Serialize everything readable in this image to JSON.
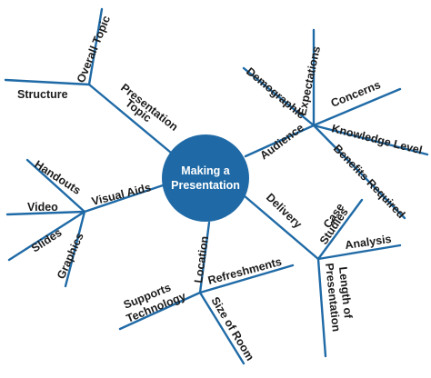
{
  "center": {
    "line1": "Making a",
    "line2": "Presentation",
    "color": "#1f6aa6"
  },
  "branch_color": "#1f6aa6",
  "labels": {
    "overall_topic": "Overall Topic",
    "structure": "Structure",
    "presentation_topic_1": "Presentation",
    "presentation_topic_2": "Topic",
    "demographic": "Demographic",
    "expectations": "Expectations",
    "concerns": "Concerns",
    "audience": "Audience",
    "knowledge_level": "Knowledge Level",
    "benefits_required": "Benefits Required",
    "handouts": "Handouts",
    "visual_aids": "Visual Aids",
    "video": "Video",
    "slides": "Slides",
    "graphics": "Graphics",
    "delivery": "Delivery",
    "case_studies_1": "Case",
    "case_studies_2": "Studies",
    "analysis": "Analysis",
    "length_1": "Length of",
    "length_2": "Presentation",
    "location": "Location",
    "refreshments": "Refreshments",
    "supports_1": "Supports",
    "supports_2": "Technology",
    "size_of_room": "Size of Room"
  }
}
